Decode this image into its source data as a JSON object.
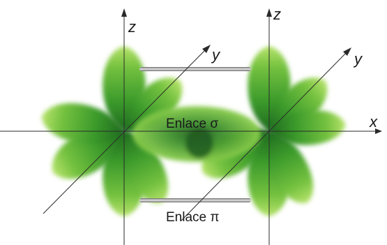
{
  "axes": {
    "z_left": "z",
    "y_left": "y",
    "z_right": "z",
    "y_right": "y",
    "x": "x"
  },
  "labels": {
    "sigma_bond": "Enlace σ",
    "pi_bond": "Enlace π"
  },
  "colors": {
    "lobe_dark": "#1f6a1f",
    "lobe_mid": "#4aa82f",
    "lobe_light": "#a6dc58",
    "axis": "#2a2a2a",
    "bond_bar": "#8a8a8a"
  }
}
